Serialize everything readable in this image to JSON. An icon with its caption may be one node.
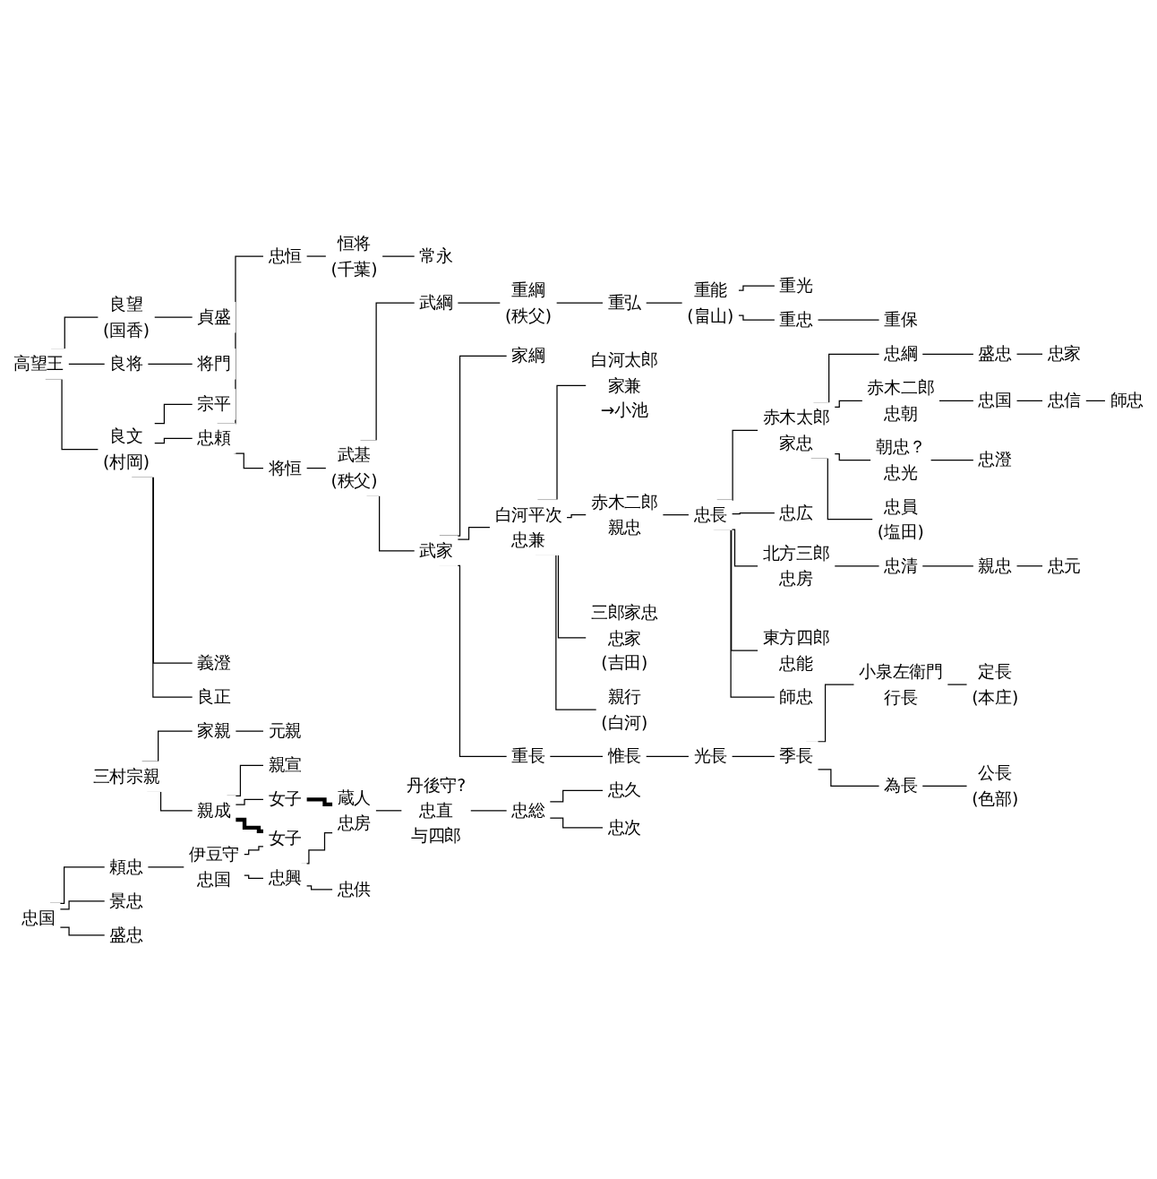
{
  "diagram": {
    "nodes": [
      {
        "text": [
          "高望王"
        ]
      },
      {
        "text": [
          "良望",
          "(国香)"
        ]
      },
      {
        "text": [
          "貞盛"
        ]
      },
      {
        "text": [
          "良将"
        ]
      },
      {
        "text": [
          "将門"
        ]
      },
      {
        "text": [
          "良文",
          "(村岡)"
        ]
      },
      {
        "text": [
          "宗平"
        ]
      },
      {
        "text": [
          "忠頼"
        ]
      },
      {
        "text": [
          "忠恒"
        ]
      },
      {
        "text": [
          "恒将",
          "(千葉)"
        ]
      },
      {
        "text": [
          "常永"
        ]
      },
      {
        "text": [
          "義澄"
        ]
      },
      {
        "text": [
          "将恒"
        ]
      },
      {
        "text": [
          "武基",
          "(秩父)"
        ]
      },
      {
        "text": [
          "武綱"
        ]
      },
      {
        "text": [
          "重綱",
          "(秩父)"
        ]
      },
      {
        "text": [
          "重弘"
        ]
      },
      {
        "text": [
          "重能",
          "(畠山)"
        ]
      },
      {
        "text": [
          "重光"
        ]
      },
      {
        "text": [
          "重忠"
        ]
      },
      {
        "text": [
          "重保"
        ]
      },
      {
        "text": [
          "良正"
        ]
      },
      {
        "text": [
          "武家"
        ]
      },
      {
        "text": [
          "家綱"
        ]
      },
      {
        "text": [
          "忠綱"
        ]
      },
      {
        "text": [
          "盛忠"
        ]
      },
      {
        "text": [
          "忠家"
        ]
      },
      {
        "text": [
          "赤木二郎",
          "忠朝"
        ]
      },
      {
        "text": [
          "忠国"
        ]
      },
      {
        "text": [
          "忠信"
        ]
      },
      {
        "text": [
          "赤木太郎",
          "家忠"
        ]
      },
      {
        "text": [
          "朝忠？",
          "忠光"
        ]
      },
      {
        "text": [
          "忠澄"
        ]
      },
      {
        "text": [
          "白河平次",
          "忠兼"
        ]
      },
      {
        "text": [
          "白河太郎",
          "家兼",
          "→小池"
        ]
      },
      {
        "text": [
          "忠広"
        ]
      },
      {
        "text": [
          "忠員",
          "(塩田)"
        ]
      },
      {
        "text": [
          "赤木二郎",
          "親忠"
        ]
      },
      {
        "text": [
          "忠長"
        ]
      },
      {
        "text": [
          "北方三郎",
          "忠房"
        ]
      },
      {
        "text": [
          "忠清"
        ]
      },
      {
        "text": [
          "親忠"
        ]
      },
      {
        "text": [
          "忠元"
        ]
      },
      {
        "text": [
          "三郎家忠",
          "忠家",
          "(吉田)"
        ]
      },
      {
        "text": [
          "東方四郎",
          "忠能"
        ]
      },
      {
        "text": [
          "親行",
          "(白河)"
        ]
      },
      {
        "text": [
          "師忠"
        ]
      },
      {
        "text": [
          "重長"
        ]
      },
      {
        "text": [
          "惟長"
        ]
      },
      {
        "text": [
          "光長"
        ]
      },
      {
        "text": [
          "季長"
        ]
      },
      {
        "text": [
          "小泉左衛門",
          "行長"
        ]
      },
      {
        "text": [
          "定長",
          "(本庄)"
        ]
      },
      {
        "text": [
          "為長"
        ]
      },
      {
        "text": [
          "公長",
          "(色部)"
        ]
      },
      {
        "text": [
          "三村宗親"
        ]
      },
      {
        "text": [
          "家親"
        ]
      },
      {
        "text": [
          "元親"
        ]
      },
      {
        "text": [
          "親成"
        ]
      },
      {
        "text": [
          "親宣"
        ]
      },
      {
        "text": [
          "女子"
        ]
      },
      {
        "text": [
          "女子"
        ]
      },
      {
        "text": [
          "師忠"
        ]
      },
      {
        "text": [
          "忠国"
        ]
      },
      {
        "text": [
          "頼忠"
        ]
      },
      {
        "text": [
          "伊豆守",
          "忠国"
        ]
      },
      {
        "text": [
          "忠興"
        ]
      },
      {
        "text": [
          "蔵人",
          "忠房"
        ]
      },
      {
        "text": [
          "丹後守?",
          "忠直",
          "与四郎"
        ]
      },
      {
        "text": [
          "忠総"
        ]
      },
      {
        "text": [
          "忠久"
        ]
      },
      {
        "text": [
          "忠次"
        ]
      },
      {
        "text": [
          "景忠"
        ]
      },
      {
        "text": [
          "盛忠"
        ]
      },
      {
        "text": [
          "忠供"
        ]
      }
    ],
    "edges": [
      {
        "from": 0,
        "to": 1,
        "arrow": "none"
      },
      {
        "from": 1,
        "to": 2,
        "arrow": "none"
      },
      {
        "from": 0,
        "to": 3,
        "arrow": "none"
      },
      {
        "from": 3,
        "to": 4,
        "arrow": "none"
      },
      {
        "from": 0,
        "to": 5,
        "arrow": "none"
      },
      {
        "from": 5,
        "to": 6,
        "arrow": "none"
      },
      {
        "from": 5,
        "to": 7,
        "arrow": "none"
      },
      {
        "from": 7,
        "to": 8,
        "arrow": "none"
      },
      {
        "from": 8,
        "to": 9,
        "arrow": "none"
      },
      {
        "from": 9,
        "to": 10,
        "arrow": "none"
      },
      {
        "from": 5,
        "to": 11,
        "arrow": "none"
      },
      {
        "from": 7,
        "to": 12,
        "arrow": "none"
      },
      {
        "from": 12,
        "to": 13,
        "arrow": "none"
      },
      {
        "from": 13,
        "to": 14,
        "arrow": "none"
      },
      {
        "from": 14,
        "to": 15,
        "arrow": "none"
      },
      {
        "from": 15,
        "to": 16,
        "arrow": "none"
      },
      {
        "from": 16,
        "to": 17,
        "arrow": "none"
      },
      {
        "from": 17,
        "to": 18,
        "arrow": "none"
      },
      {
        "from": 17,
        "to": 19,
        "arrow": "none"
      },
      {
        "from": 19,
        "to": 20,
        "arrow": "none"
      },
      {
        "from": 5,
        "to": 21,
        "arrow": "none"
      },
      {
        "from": 13,
        "to": 22,
        "arrow": "none"
      },
      {
        "from": 22,
        "to": 23,
        "arrow": "none"
      },
      {
        "from": 30,
        "to": 24,
        "arrow": "none"
      },
      {
        "from": 24,
        "to": 25,
        "arrow": "none"
      },
      {
        "from": 25,
        "to": 26,
        "arrow": "none"
      },
      {
        "from": 30,
        "to": 27,
        "arrow": "none"
      },
      {
        "from": 27,
        "to": 28,
        "arrow": "none"
      },
      {
        "from": 28,
        "to": 29,
        "arrow": "none"
      },
      {
        "from": 38,
        "to": 30,
        "arrow": "none"
      },
      {
        "from": 30,
        "to": 31,
        "arrow": "none"
      },
      {
        "from": 31,
        "to": 32,
        "arrow": "none"
      },
      {
        "from": 22,
        "to": 33,
        "arrow": "none"
      },
      {
        "from": 33,
        "to": 34,
        "arrow": "none"
      },
      {
        "from": 38,
        "to": 35,
        "arrow": "none"
      },
      {
        "from": 30,
        "to": 36,
        "arrow": "none"
      },
      {
        "from": 33,
        "to": 37,
        "arrow": "none"
      },
      {
        "from": 37,
        "to": 38,
        "arrow": "none"
      },
      {
        "from": 38,
        "to": 39,
        "arrow": "none"
      },
      {
        "from": 39,
        "to": 40,
        "arrow": "none"
      },
      {
        "from": 40,
        "to": 41,
        "arrow": "none"
      },
      {
        "from": 41,
        "to": 42,
        "arrow": "none"
      },
      {
        "from": 33,
        "to": 43,
        "arrow": "none"
      },
      {
        "from": 38,
        "to": 44,
        "arrow": "none"
      },
      {
        "from": 33,
        "to": 45,
        "arrow": "none"
      },
      {
        "from": 38,
        "to": 46,
        "arrow": "none"
      },
      {
        "from": 22,
        "to": 47,
        "arrow": "none"
      },
      {
        "from": 47,
        "to": 48,
        "arrow": "none"
      },
      {
        "from": 48,
        "to": 49,
        "arrow": "none"
      },
      {
        "from": 49,
        "to": 50,
        "arrow": "none"
      },
      {
        "from": 50,
        "to": 51,
        "arrow": "none"
      },
      {
        "from": 51,
        "to": 52,
        "arrow": "none"
      },
      {
        "from": 50,
        "to": 53,
        "arrow": "none"
      },
      {
        "from": 53,
        "to": 54,
        "arrow": "none"
      },
      {
        "from": 29,
        "to": 62,
        "arrow": "none"
      },
      {
        "from": 55,
        "to": 56,
        "arrow": "none"
      },
      {
        "from": 56,
        "to": 57,
        "arrow": "none"
      },
      {
        "from": 55,
        "to": 58,
        "arrow": "none"
      },
      {
        "from": 58,
        "to": 59,
        "arrow": "none"
      },
      {
        "from": 58,
        "to": 60,
        "arrow": "none"
      },
      {
        "from": 58,
        "to": 61,
        "arrow": "none",
        "style": "thick"
      },
      {
        "from": 60,
        "to": 67,
        "arrow": "none",
        "style": "thick"
      },
      {
        "from": 63,
        "to": 64,
        "arrow": "none"
      },
      {
        "from": 64,
        "to": 65,
        "arrow": "none"
      },
      {
        "from": 65,
        "to": 61,
        "arrow": "none"
      },
      {
        "from": 65,
        "to": 66,
        "arrow": "none"
      },
      {
        "from": 66,
        "to": 67,
        "arrow": "none"
      },
      {
        "from": 67,
        "to": 68,
        "arrow": "none"
      },
      {
        "from": 68,
        "to": 69,
        "arrow": "none"
      },
      {
        "from": 69,
        "to": 70,
        "arrow": "none"
      },
      {
        "from": 69,
        "to": 71,
        "arrow": "none"
      },
      {
        "from": 63,
        "to": 72,
        "arrow": "none"
      },
      {
        "from": 63,
        "to": 73,
        "arrow": "none"
      },
      {
        "from": 66,
        "to": 74,
        "arrow": "none"
      }
    ]
  }
}
